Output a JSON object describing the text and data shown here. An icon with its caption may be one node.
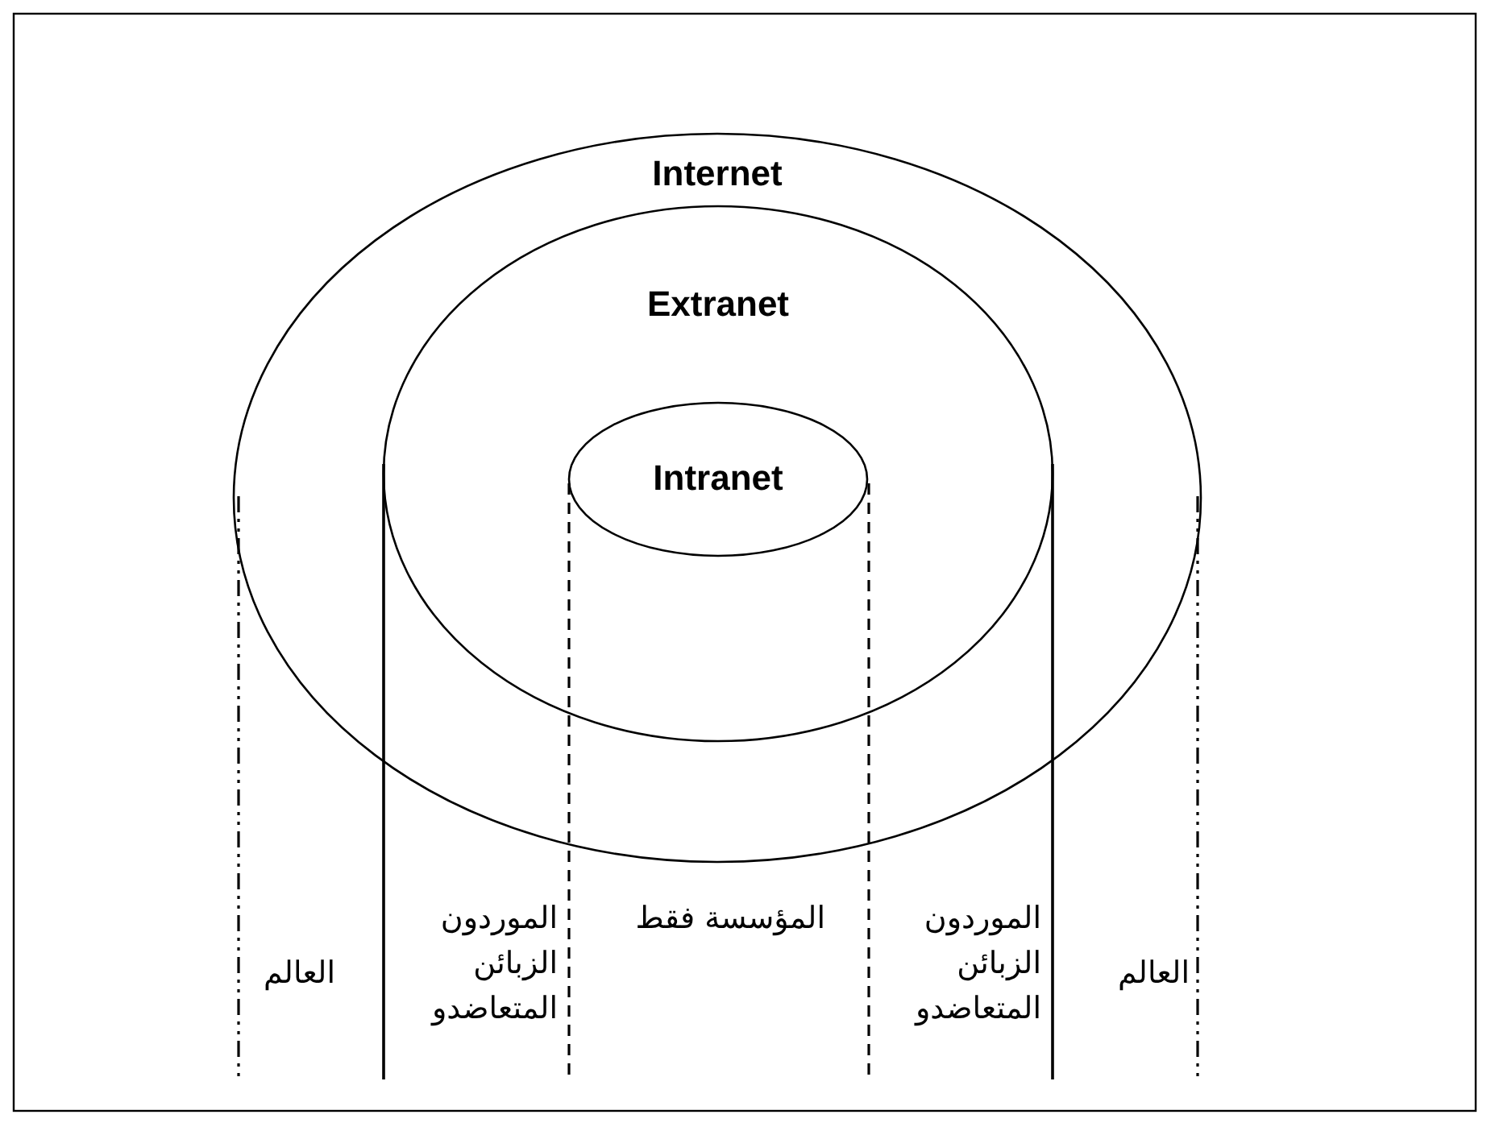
{
  "diagram": {
    "nodes": [
      {
        "text": [
          "Internet"
        ]
      },
      {
        "text": [
          "Extranet"
        ],
        "in": 0
      },
      {
        "text": [
          "Intranet"
        ],
        "in": 1
      }
    ],
    "edges": [],
    "labels": [
      "العالم",
      "الموردون الزبائن المتعاضدو",
      "المؤسسة فقط",
      "الموردون الزبائن المتعاضدو",
      "العالم"
    ]
  }
}
